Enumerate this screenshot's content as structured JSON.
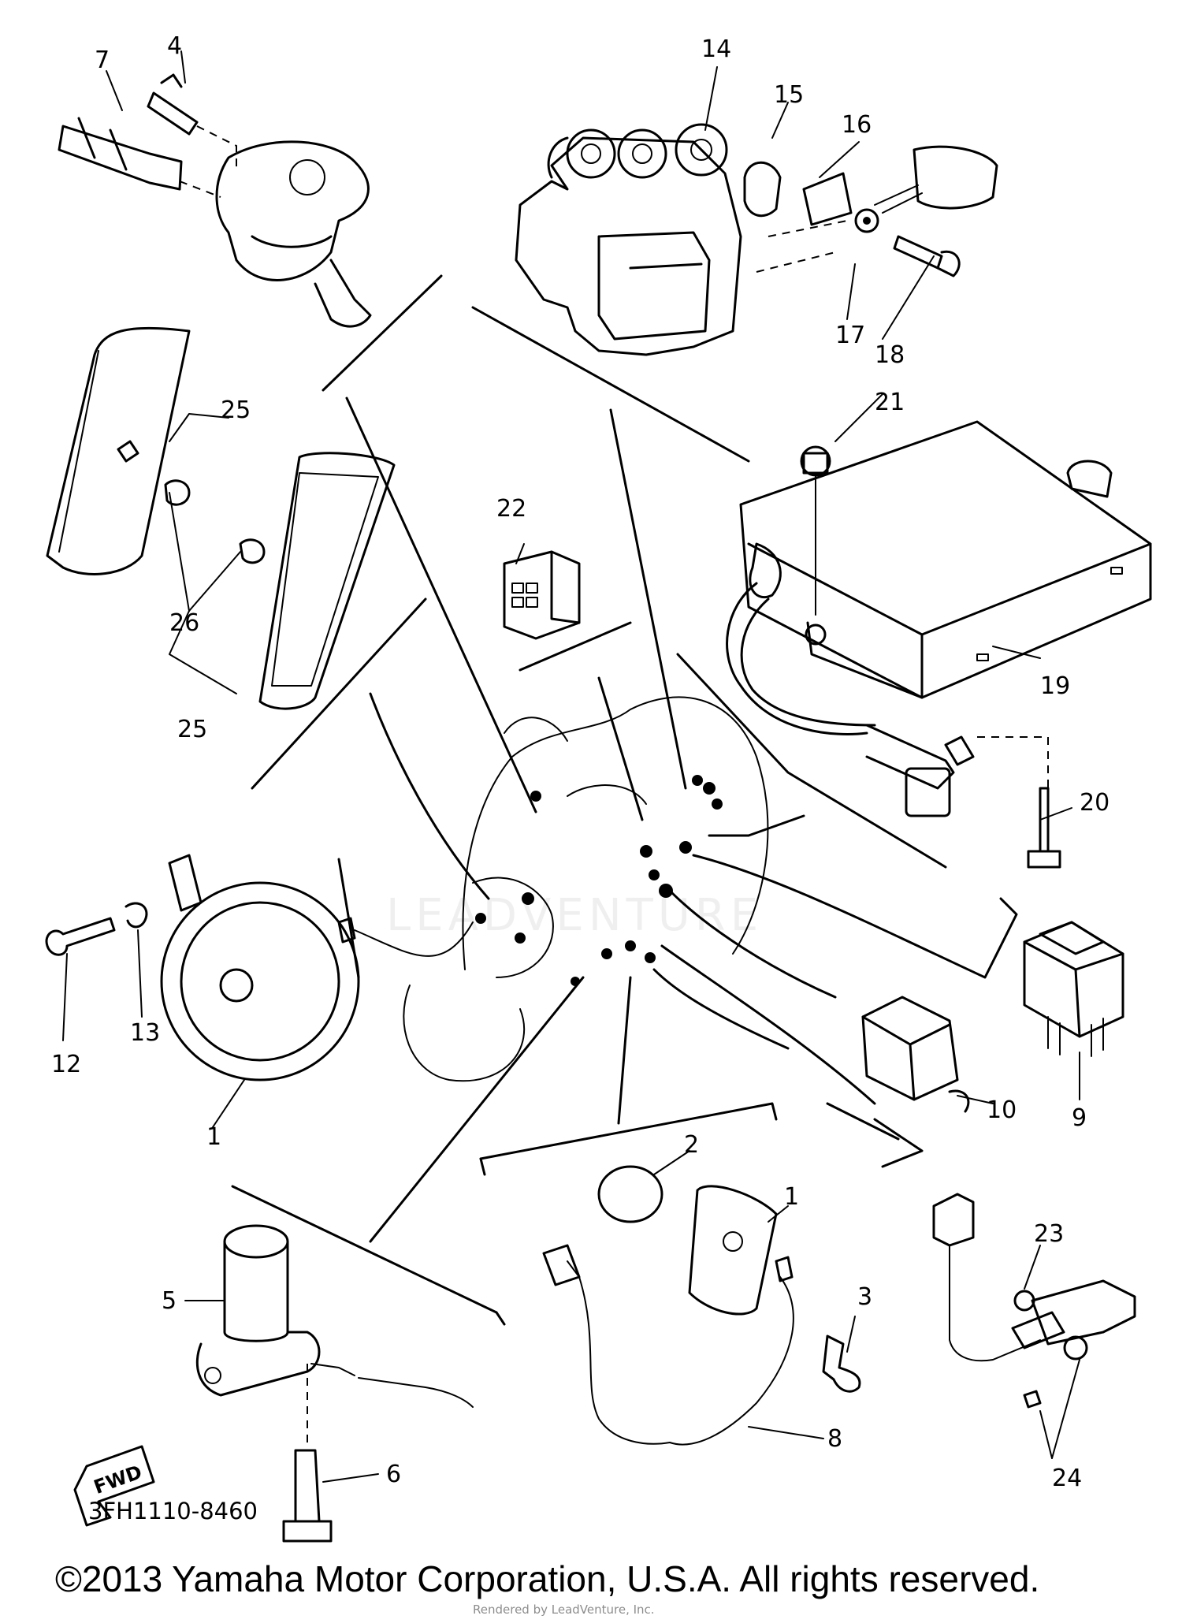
{
  "diagram": {
    "callouts": {
      "c1a": "1",
      "c1b": "1",
      "c2": "2",
      "c3": "3",
      "c4": "4",
      "c5": "5",
      "c6": "6",
      "c7": "7",
      "c8": "8",
      "c9": "9",
      "c10": "10",
      "c12": "12",
      "c13": "13",
      "c14": "14",
      "c15": "15",
      "c16": "16",
      "c17": "17",
      "c18": "18",
      "c19": "19",
      "c20": "20",
      "c21": "21",
      "c22": "22",
      "c23": "23",
      "c24": "24",
      "c25a": "25",
      "c25b": "25",
      "c26": "26"
    },
    "direction_marker": "FWD",
    "watermark": "LEADVENTURE",
    "drawing_code": "3FH1110-8460"
  },
  "footer": {
    "copyright": "©2013 Yamaha Motor Corporation, U.S.A. All rights reserved.",
    "credit": "Rendered by LeadVenture, Inc."
  }
}
